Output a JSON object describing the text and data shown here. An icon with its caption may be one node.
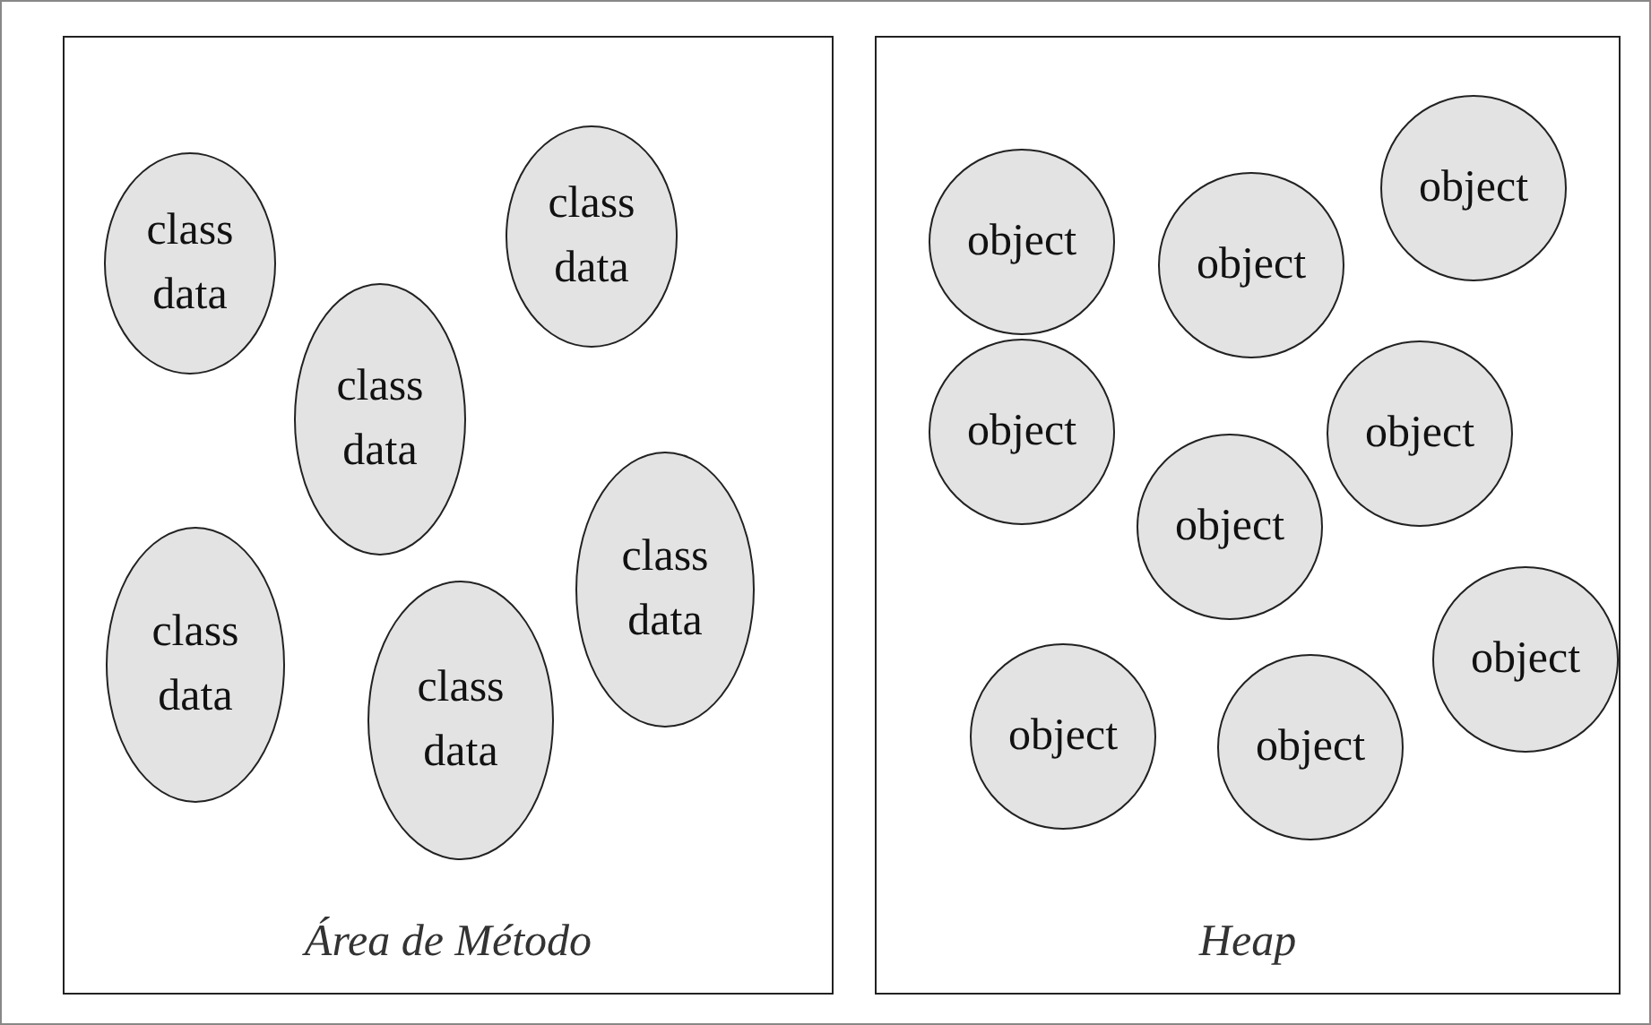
{
  "diagram": {
    "nodes": [
      {
        "text": [
          "Área de Método"
        ]
      },
      {
        "text": [
          "class data"
        ],
        "in": 0
      },
      {
        "text": [
          "class data"
        ],
        "in": 0
      },
      {
        "text": [
          "class data"
        ],
        "in": 0
      },
      {
        "text": [
          "class data"
        ],
        "in": 0
      },
      {
        "text": [
          "class data"
        ],
        "in": 0
      },
      {
        "text": [
          "class data"
        ],
        "in": 0
      },
      {
        "text": [
          "Heap"
        ]
      },
      {
        "text": [
          "object"
        ],
        "in": 7
      },
      {
        "text": [
          "object"
        ],
        "in": 7
      },
      {
        "text": [
          "object"
        ],
        "in": 7
      },
      {
        "text": [
          "object"
        ],
        "in": 7
      },
      {
        "text": [
          "object"
        ],
        "in": 7
      },
      {
        "text": [
          "object"
        ],
        "in": 7
      },
      {
        "text": [
          "object"
        ],
        "in": 7
      },
      {
        "text": [
          "object"
        ],
        "in": 7
      },
      {
        "text": [
          "object"
        ],
        "in": 7
      }
    ],
    "edges": []
  }
}
